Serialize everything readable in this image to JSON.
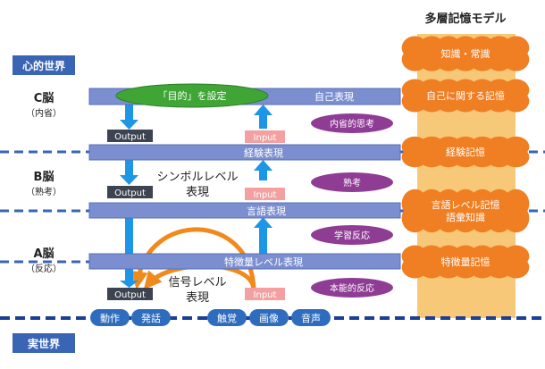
{
  "model_title": "多層記憶モデル",
  "worlds": {
    "mind": "心的世界",
    "real": "実世界"
  },
  "brains": [
    {
      "name": "C脳",
      "sub": "（内省）"
    },
    {
      "name": "B脳",
      "sub": "（熟考）"
    },
    {
      "name": "A脳",
      "sub": "（反応）"
    }
  ],
  "bars": {
    "self": "自己表現",
    "experience": "経験表現",
    "language": "言語表現",
    "feature": "特徴量レベル表現"
  },
  "goal": "「目的」を設定",
  "processes": [
    "内省的思考",
    "熟考",
    "学習反応",
    "本能的反応"
  ],
  "memories": [
    "知識・常識",
    "自己に関する記憶",
    "経験記憶",
    "言語レベル記憶\n語彙知識",
    "特徴量記憶"
  ],
  "output_label": "Output",
  "input_label": "Input",
  "symbol_level": "シンボルレベル\n表現",
  "signal_level": "信号レベル\n表現",
  "actions": [
    "動作",
    "発話"
  ],
  "senses": [
    "触覚",
    "画像",
    "音声"
  ],
  "colors": {
    "world_label": "#3a64b4",
    "bar": "#7b8fd0",
    "goal": "#3fa535",
    "process": "#8e3c94",
    "cloud": "#f07e22",
    "memory_column": "#f7c878",
    "arrow_blue": "#1e96e6",
    "arrow_orange": "#f08a1c",
    "output_box": "#3d4350",
    "input_box": "#f4a0a0",
    "dash": "#3a64b4",
    "oval": "#2e6dbe"
  }
}
